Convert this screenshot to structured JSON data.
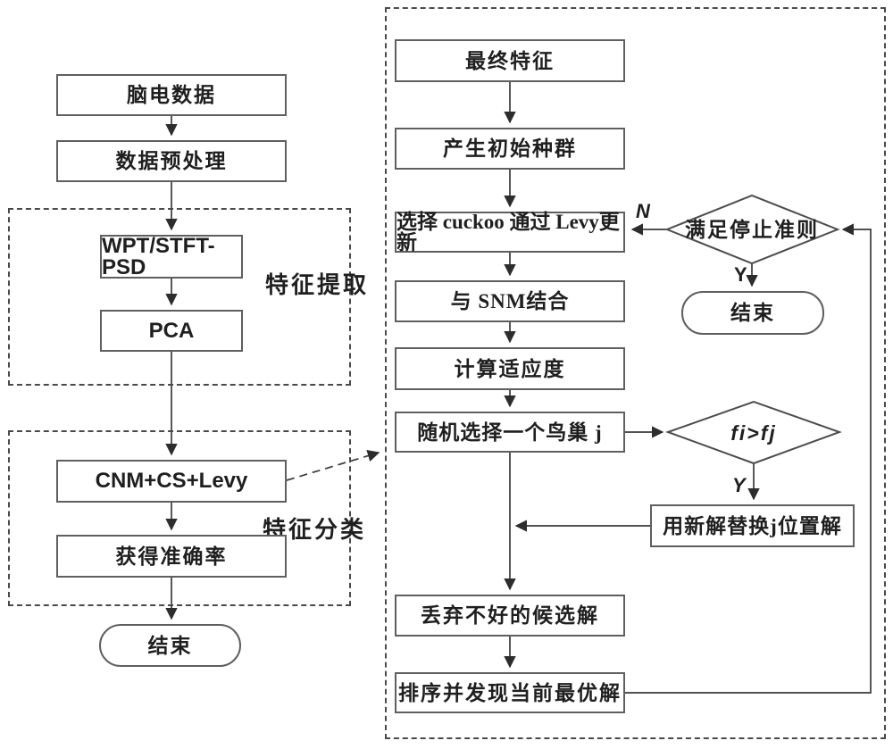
{
  "diagram_title": "EEG cuckoo-search classification flowchart",
  "colors": {
    "background": "#ffffff",
    "box_border": "#5f5f5f",
    "dashed_border": "#4a4a4a",
    "line": "#333333",
    "text": "#1f1f1f"
  },
  "left_flow": {
    "nodes": {
      "eeg_data": "脑电数据",
      "preprocess": "数据预处理",
      "wpt": "WPT/STFT-PSD",
      "pca": "PCA",
      "cnm": "CNM+CS+Levy",
      "accuracy": "获得准确率",
      "end": "结束"
    },
    "groups": {
      "extraction": "特征提取",
      "classification": "特征分类"
    }
  },
  "right_flow": {
    "nodes": {
      "final_features": "最终特征",
      "init_population": "产生初始种群",
      "select_cuckoo": "选择 cuckoo 通过 Levy更新",
      "snm": "与 SNM结合",
      "fitness": "计算适应度",
      "random_nest": "随机选择一个鸟巢 j",
      "replace": "用新解替换j位置解",
      "discard": "丢弃不好的候选解",
      "sort": "排序并发现当前最优解",
      "end": "结束"
    },
    "decisions": {
      "stop_criterion": "满足停止准则",
      "fitness_compare": "fi>fj"
    },
    "branch_labels": {
      "no": "N",
      "yes_stop": "Y",
      "yes_compare": "Y"
    }
  }
}
